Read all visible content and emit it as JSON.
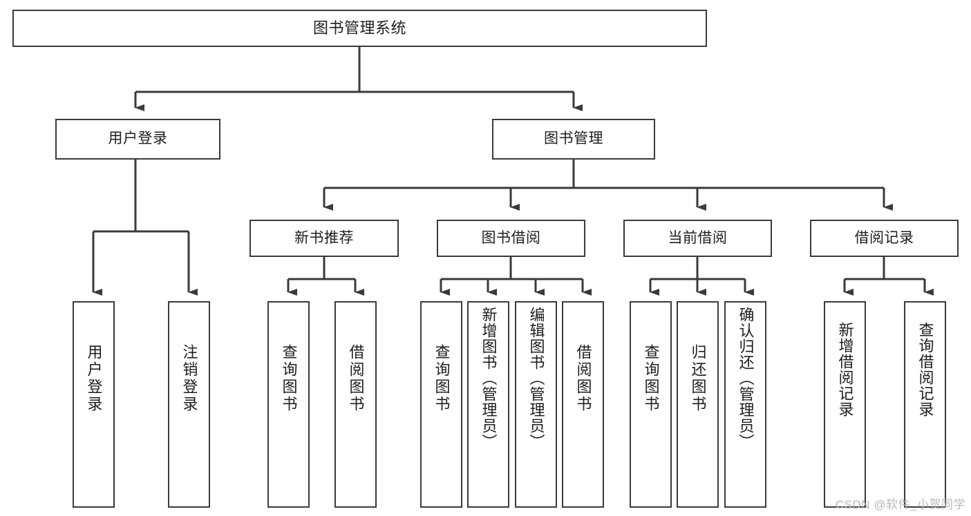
{
  "diagram": {
    "title": "图书管理系统",
    "type": "tree",
    "stroke_color": "#3a3a3a",
    "fill_color": "#ffffff",
    "text_color": "#1d1d1d",
    "levels": [
      {
        "level": 1,
        "nodes": [
          {
            "id": "root",
            "label": "图书管理系统",
            "orientation": "horizontal"
          }
        ]
      },
      {
        "level": 2,
        "nodes": [
          {
            "id": "user-login",
            "label": "用户登录",
            "orientation": "horizontal"
          },
          {
            "id": "book-manage",
            "label": "图书管理",
            "orientation": "horizontal"
          }
        ]
      },
      {
        "level": 3,
        "nodes": [
          {
            "id": "new-book-rec",
            "label": "新书推荐",
            "orientation": "horizontal"
          },
          {
            "id": "book-borrow",
            "label": "图书借阅",
            "orientation": "horizontal"
          },
          {
            "id": "current-borrow",
            "label": "当前借阅",
            "orientation": "horizontal"
          },
          {
            "id": "borrow-record",
            "label": "借阅记录",
            "orientation": "horizontal"
          }
        ]
      },
      {
        "level": 4,
        "nodes": [
          {
            "id": "leaf-user-login",
            "label": "用户登录",
            "orientation": "vertical",
            "parent": "user-login"
          },
          {
            "id": "leaf-user-logout",
            "label": "注销登录",
            "orientation": "vertical",
            "parent": "user-login"
          },
          {
            "id": "leaf-query-book-1",
            "label": "查询图书",
            "orientation": "vertical",
            "parent": "new-book-rec"
          },
          {
            "id": "leaf-borrow-book-1",
            "label": "借阅图书",
            "orientation": "vertical",
            "parent": "new-book-rec"
          },
          {
            "id": "leaf-query-book-2",
            "label": "查询图书",
            "orientation": "vertical",
            "parent": "book-borrow"
          },
          {
            "id": "leaf-add-book",
            "label": "新增图书（管理员）",
            "orientation": "vertical",
            "parent": "book-borrow"
          },
          {
            "id": "leaf-edit-book",
            "label": "编辑图书（管理员）",
            "orientation": "vertical",
            "parent": "book-borrow"
          },
          {
            "id": "leaf-borrow-book-2",
            "label": "借阅图书",
            "orientation": "vertical",
            "parent": "book-borrow"
          },
          {
            "id": "leaf-query-book-3",
            "label": "查询图书",
            "orientation": "vertical",
            "parent": "current-borrow"
          },
          {
            "id": "leaf-return-book",
            "label": "归还图书",
            "orientation": "vertical",
            "parent": "current-borrow"
          },
          {
            "id": "leaf-confirm-return",
            "label": "确认归还（管理员）",
            "orientation": "vertical",
            "parent": "current-borrow"
          },
          {
            "id": "leaf-add-record",
            "label": "新增借阅记录",
            "orientation": "vertical",
            "parent": "borrow-record"
          },
          {
            "id": "leaf-query-record",
            "label": "查询借阅记录",
            "orientation": "vertical",
            "parent": "borrow-record"
          }
        ]
      }
    ]
  },
  "watermark": {
    "text": "CSDN @软件_小贺同学"
  }
}
